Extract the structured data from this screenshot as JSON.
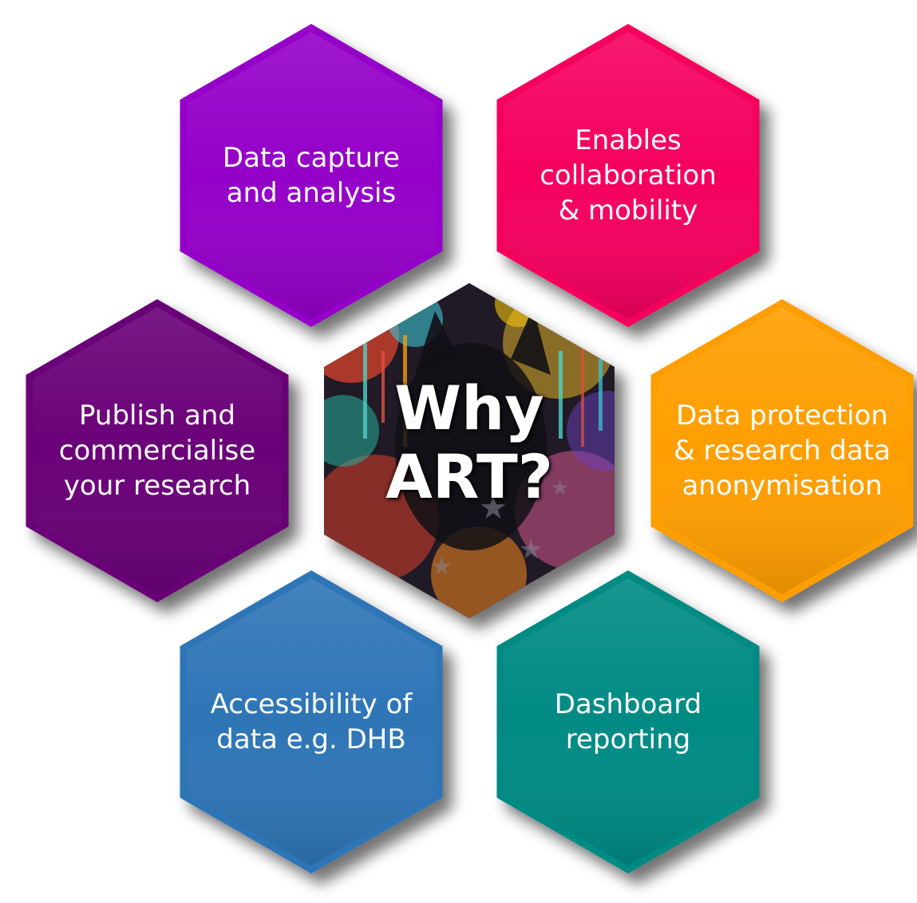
{
  "center": {
    "label": "Why\nART?"
  },
  "cells": [
    {
      "id": "data-capture",
      "label": "Data capture\nand analysis",
      "color": "#9400C8"
    },
    {
      "id": "collaboration",
      "label": "Enables\ncollaboration\n& mobility",
      "color": "#F5005F"
    },
    {
      "id": "publish",
      "label": "Publish and\ncommercialise\nyour research",
      "color": "#6A0078"
    },
    {
      "id": "data-protection",
      "label": "Data protection\n& research data\nanonymisation",
      "color": "#FF9E00"
    },
    {
      "id": "accessibility",
      "label": "Accessibility of\ndata e.g. DHB",
      "color": "#2E75B6"
    },
    {
      "id": "dashboard",
      "label": "Dashboard\nreporting",
      "color": "#008A84"
    }
  ],
  "colors": {
    "shadow": "#000000",
    "text": "#FFFFFF"
  }
}
